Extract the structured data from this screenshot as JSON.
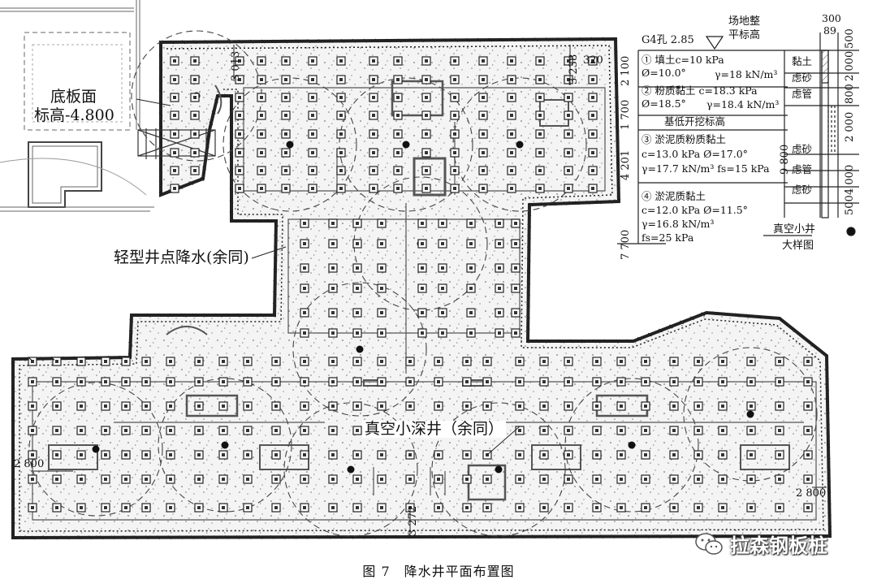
{
  "labels": {
    "floor_slab": "底板面",
    "floor_slab_elev": "标高-4.800",
    "light_wellpoint": "轻型井点降水(余同)",
    "vacuum_well": "真空小深井（余同）",
    "legend_well_title": "真空小井",
    "legend_well_detail": "大样图",
    "site_level_1": "场地整",
    "site_level_2": "平标高"
  },
  "borehole": {
    "title": "G4孔 2.85",
    "layer1_a": "① 填土c=10 kPa",
    "layer1_b": "Ø=10.0°",
    "layer1_c": "γ=18 kN/m³",
    "layer2_a": "② 粉质黏土 c=18.3 kPa",
    "layer2_b": "Ø=18.5°",
    "layer2_c": "γ=18.4 kN/m³",
    "excavation": "基低开挖标高",
    "layer3_a": "③ 淤泥质粉质黏土",
    "layer3_b": "c=13.0 kPa Ø=17.0°",
    "layer3_c": "γ=17.7 kN/m³ fs=15 kPa",
    "layer4_a": "④ 淤泥质黏土",
    "layer4_b": "c=12.0 kPa Ø=11.5°",
    "layer4_c": "γ=16.8 kN/m³",
    "layer4_d": "fs=25 kPa"
  },
  "depths": {
    "d1": "2 100",
    "d2": "1 700",
    "d3": "4 201",
    "d4": "7 700"
  },
  "well_detail": {
    "w300": "300",
    "w89": "89",
    "clay": "黏土",
    "sand1": "虑砂",
    "pipe1": "虑管",
    "sand2": "虑砂",
    "pipe2": "虑管",
    "sand3": "虑砂",
    "r500a": "500",
    "r2000a": "2 000",
    "r800": "800",
    "r2000b": "2 000",
    "r9800": "9 800",
    "r4000": "4 000",
    "r500b": "500"
  },
  "dimensions": {
    "d3013": "3 013",
    "d3238": "3 238",
    "d320": "320",
    "d2800_left": "2 800",
    "d2800_right": "2 800",
    "d3272": "3 272"
  },
  "caption": "图 7　降水井平面布置图",
  "watermark": "拉森钢板桩"
}
